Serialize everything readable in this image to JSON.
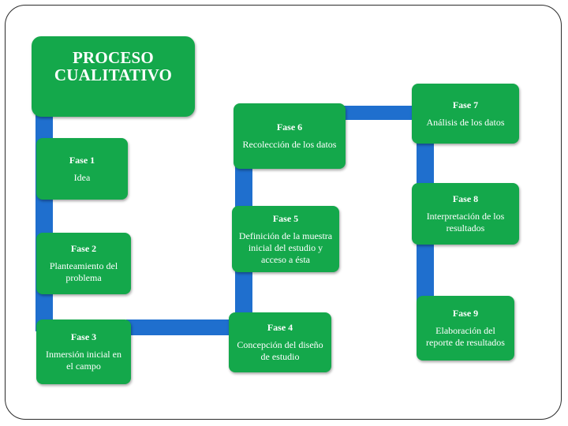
{
  "diagram": {
    "title": "PROCESO CUALITATIVO",
    "phases": [
      {
        "label": "Fase 1",
        "description": "Idea"
      },
      {
        "label": "Fase 2",
        "description": "Planteamiento del problema"
      },
      {
        "label": "Fase 3",
        "description": "Inmersión inicial en el campo"
      },
      {
        "label": "Fase 4",
        "description": "Concepción del diseño de estudio"
      },
      {
        "label": "Fase 5",
        "description": "Definición de la muestra inicial del estudio y acceso a ésta"
      },
      {
        "label": "Fase 6",
        "description": "Recolección de los datos"
      },
      {
        "label": "Fase 7",
        "description": "Análisis de los datos"
      },
      {
        "label": "Fase 8",
        "description": "Interpretación de los resultados"
      },
      {
        "label": "Fase 9",
        "description": "Elaboración del reporte de resultados"
      }
    ],
    "colors": {
      "box_fill": "#14a84b",
      "connector": "#1f6fce",
      "text": "#ffffff",
      "frame": "#2b2b2b"
    }
  }
}
